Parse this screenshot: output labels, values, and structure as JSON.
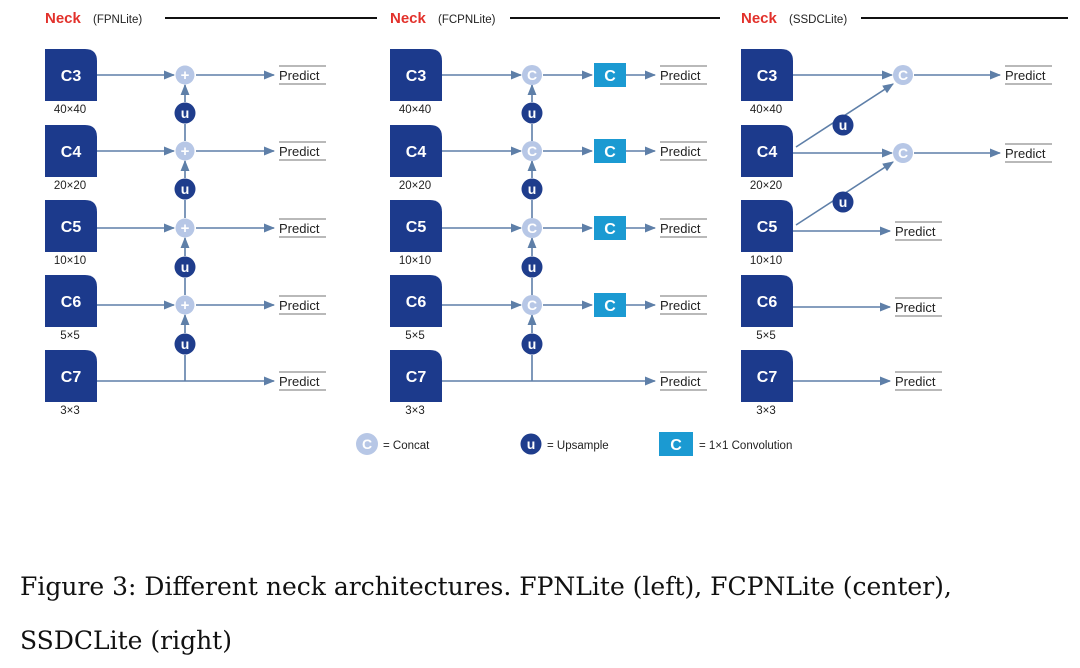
{
  "colors": {
    "block": "#1c3a8c",
    "arrow": "#5e7fa8",
    "title_red": "#e2312b",
    "upsample": "#1f3d8c",
    "concat": "#b7c7e6",
    "concat_text": "#4a6ab0",
    "conv": "#1b9ad2",
    "text": "#222222"
  },
  "panels": [
    {
      "id": "fpnlite",
      "title_main": "Neck",
      "title_sub": "(FPNLite)",
      "merge_symbol": "+",
      "layers": [
        {
          "label": "C3",
          "size": "40×40"
        },
        {
          "label": "C4",
          "size": "20×20"
        },
        {
          "label": "C5",
          "size": "10×10"
        },
        {
          "label": "C6",
          "size": "5×5"
        },
        {
          "label": "C7",
          "size": "3×3"
        }
      ],
      "upsample_label": "u",
      "predict_label": "Predict"
    },
    {
      "id": "fcpnlite",
      "title_main": "Neck",
      "title_sub": "(FCPNLite)",
      "merge_symbol": "C",
      "conv_symbol": "C",
      "layers": [
        {
          "label": "C3",
          "size": "40×40"
        },
        {
          "label": "C4",
          "size": "20×20"
        },
        {
          "label": "C5",
          "size": "10×10"
        },
        {
          "label": "C6",
          "size": "5×5"
        },
        {
          "label": "C7",
          "size": "3×3"
        }
      ],
      "upsample_label": "u",
      "predict_label": "Predict"
    },
    {
      "id": "ssdclite",
      "title_main": "Neck",
      "title_sub": "(SSDCLite)",
      "merge_symbol": "C",
      "layers": [
        {
          "label": "C3",
          "size": "40×40"
        },
        {
          "label": "C4",
          "size": "20×20"
        },
        {
          "label": "C5",
          "size": "10×10"
        },
        {
          "label": "C6",
          "size": "5×5"
        },
        {
          "label": "C7",
          "size": "3×3"
        }
      ],
      "upsample_label": "u",
      "predict_label": "Predict"
    }
  ],
  "legend": {
    "concat_symbol": "C",
    "concat_text": "= Concat",
    "upsample_symbol": "u",
    "upsample_text": "= Upsample",
    "conv_symbol": "C",
    "conv_text": "= 1×1 Convolution"
  },
  "caption": "Figure 3: Different neck architectures. FPNLite (left), FCPNLite (center), SSDCLite (right)"
}
